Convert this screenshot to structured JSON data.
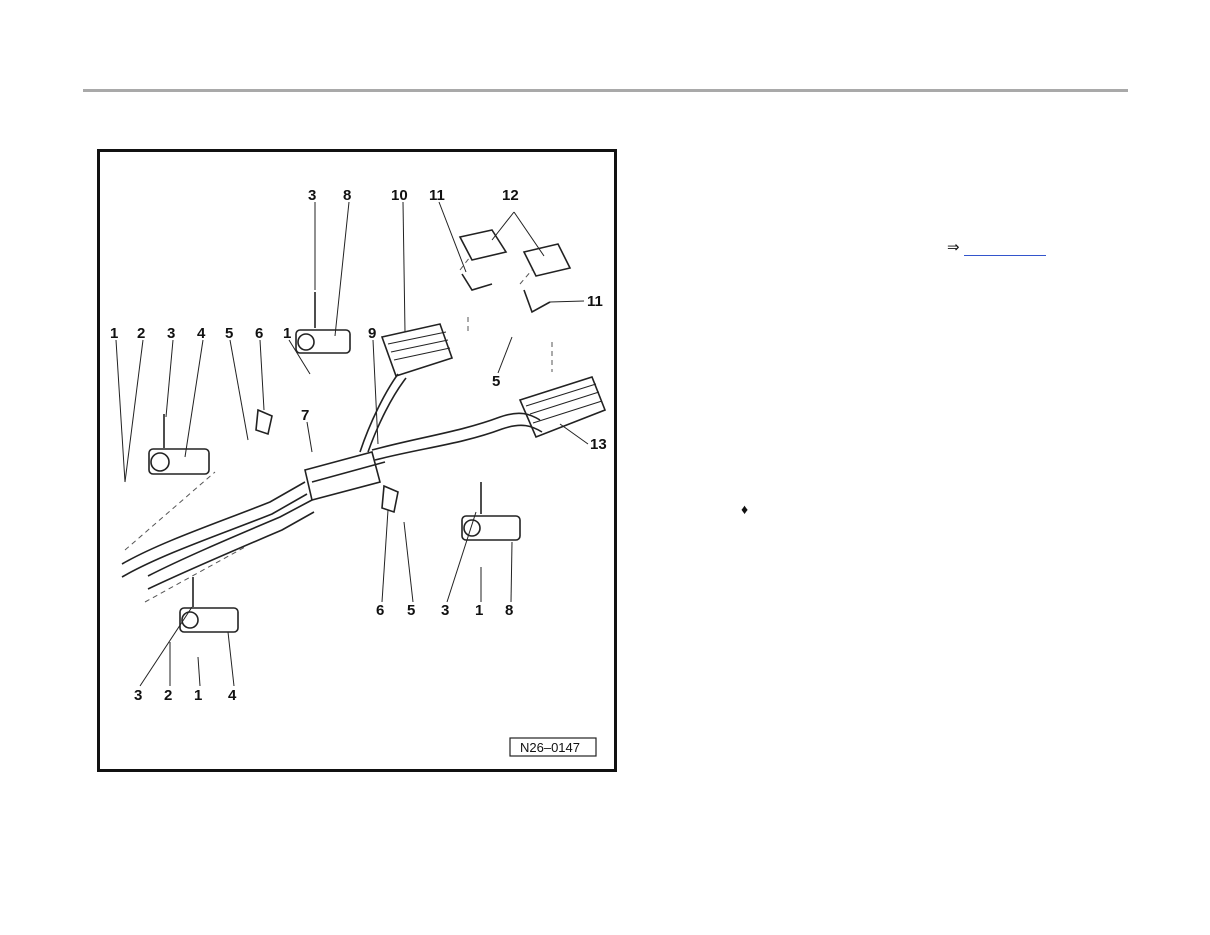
{
  "figure": {
    "id": "N26–0147",
    "callouts": [
      {
        "key": "c3top",
        "label": "3"
      },
      {
        "key": "c8top",
        "label": "8"
      },
      {
        "key": "c10",
        "label": "10"
      },
      {
        "key": "c11top",
        "label": "11"
      },
      {
        "key": "c12",
        "label": "12"
      },
      {
        "key": "c11right",
        "label": "11"
      },
      {
        "key": "c1a",
        "label": "1"
      },
      {
        "key": "c2a",
        "label": "2"
      },
      {
        "key": "c3a",
        "label": "3"
      },
      {
        "key": "c4a",
        "label": "4"
      },
      {
        "key": "c5a",
        "label": "5"
      },
      {
        "key": "c6a",
        "label": "6"
      },
      {
        "key": "c1b",
        "label": "1"
      },
      {
        "key": "c9",
        "label": "9"
      },
      {
        "key": "c5mid",
        "label": "5"
      },
      {
        "key": "c7",
        "label": "7"
      },
      {
        "key": "c13",
        "label": "13"
      },
      {
        "key": "c6b",
        "label": "6"
      },
      {
        "key": "c5b",
        "label": "5"
      },
      {
        "key": "c3b",
        "label": "3"
      },
      {
        "key": "c1c",
        "label": "1"
      },
      {
        "key": "c8b",
        "label": "8"
      },
      {
        "key": "c3c",
        "label": "3"
      },
      {
        "key": "c2c",
        "label": "2"
      },
      {
        "key": "c1d",
        "label": "1"
      },
      {
        "key": "c4c",
        "label": "4"
      }
    ]
  },
  "side": {
    "ref_arrow": "⇒",
    "bullet": "♦"
  }
}
